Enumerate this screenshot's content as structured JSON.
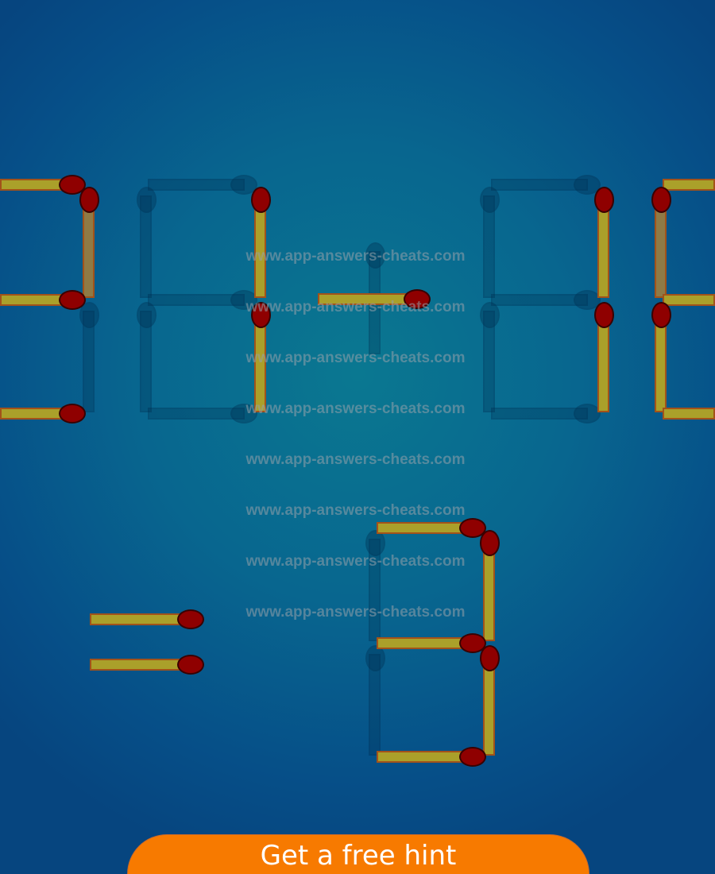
{
  "puzzle": {
    "glyphs": [
      {
        "name": "digit-1",
        "kind": "digit",
        "lit": [
          "top",
          "upper_right",
          "middle",
          "bottom"
        ],
        "dim": [
          "upper_right"
        ],
        "ghost": [
          "lower_right"
        ]
      },
      {
        "name": "digit-2",
        "kind": "digit",
        "lit": [
          "upper_right",
          "lower_right"
        ],
        "dim": [],
        "ghost": [
          "top",
          "upper_left",
          "middle",
          "lower_left",
          "bottom"
        ]
      },
      {
        "name": "operator",
        "kind": "plus",
        "lit": [
          "horizontal"
        ],
        "dim": [],
        "ghost": [
          "vertical"
        ]
      },
      {
        "name": "digit-3",
        "kind": "digit",
        "lit": [
          "upper_right",
          "lower_right"
        ],
        "dim": [],
        "ghost": [
          "top",
          "upper_left",
          "middle",
          "lower_left",
          "bottom"
        ]
      },
      {
        "name": "digit-4",
        "kind": "digit",
        "lit": [
          "top",
          "upper_left",
          "middle",
          "lower_left",
          "bottom"
        ],
        "dim": [
          "upper_left"
        ],
        "ghost": []
      },
      {
        "name": "equals-sign",
        "kind": "equals",
        "lit": [
          "upper",
          "lower"
        ],
        "dim": [],
        "ghost": []
      },
      {
        "name": "result-digit",
        "kind": "digit",
        "lit": [
          "top",
          "upper_right",
          "middle",
          "lower_right",
          "bottom"
        ],
        "dim": [],
        "ghost": [
          "upper_left",
          "lower_left"
        ]
      }
    ]
  },
  "watermark": {
    "lines": [
      "www.app-answers-cheats.com",
      "www.app-answers-cheats.com",
      "www.app-answers-cheats.com",
      "www.app-answers-cheats.com",
      "www.app-answers-cheats.com",
      "www.app-answers-cheats.com",
      "www.app-answers-cheats.com",
      "www.app-answers-cheats.com"
    ]
  },
  "cta": {
    "label": "Get a free hint"
  },
  "colors": {
    "background": "#08668f",
    "stick": "#aaa02a",
    "head": "#8f0000",
    "button": "#f77a00"
  }
}
